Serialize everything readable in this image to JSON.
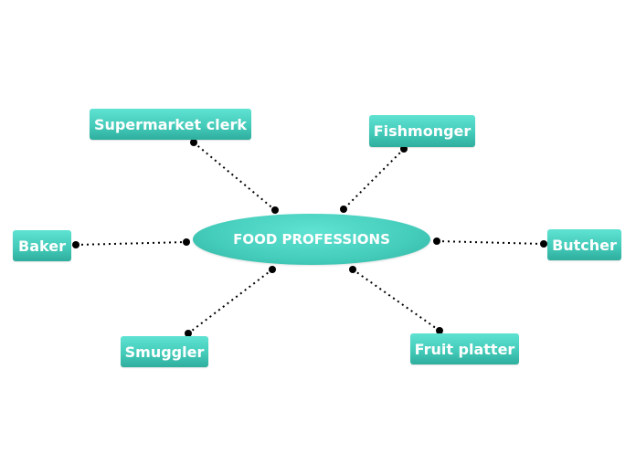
{
  "diagram": {
    "center": {
      "label": "FOOD PROFESSIONS"
    },
    "branches": [
      {
        "id": "supermarket",
        "label": "Supermarket clerk"
      },
      {
        "id": "fishmonger",
        "label": "Fishmonger"
      },
      {
        "id": "baker",
        "label": "Baker"
      },
      {
        "id": "butcher",
        "label": "Butcher"
      },
      {
        "id": "smuggler",
        "label": "Smuggler"
      },
      {
        "id": "fruit",
        "label": "Fruit platter"
      }
    ],
    "colors": {
      "node_fill": "#45cdbb",
      "node_text": "#ffffff",
      "connector": "#000000"
    }
  }
}
